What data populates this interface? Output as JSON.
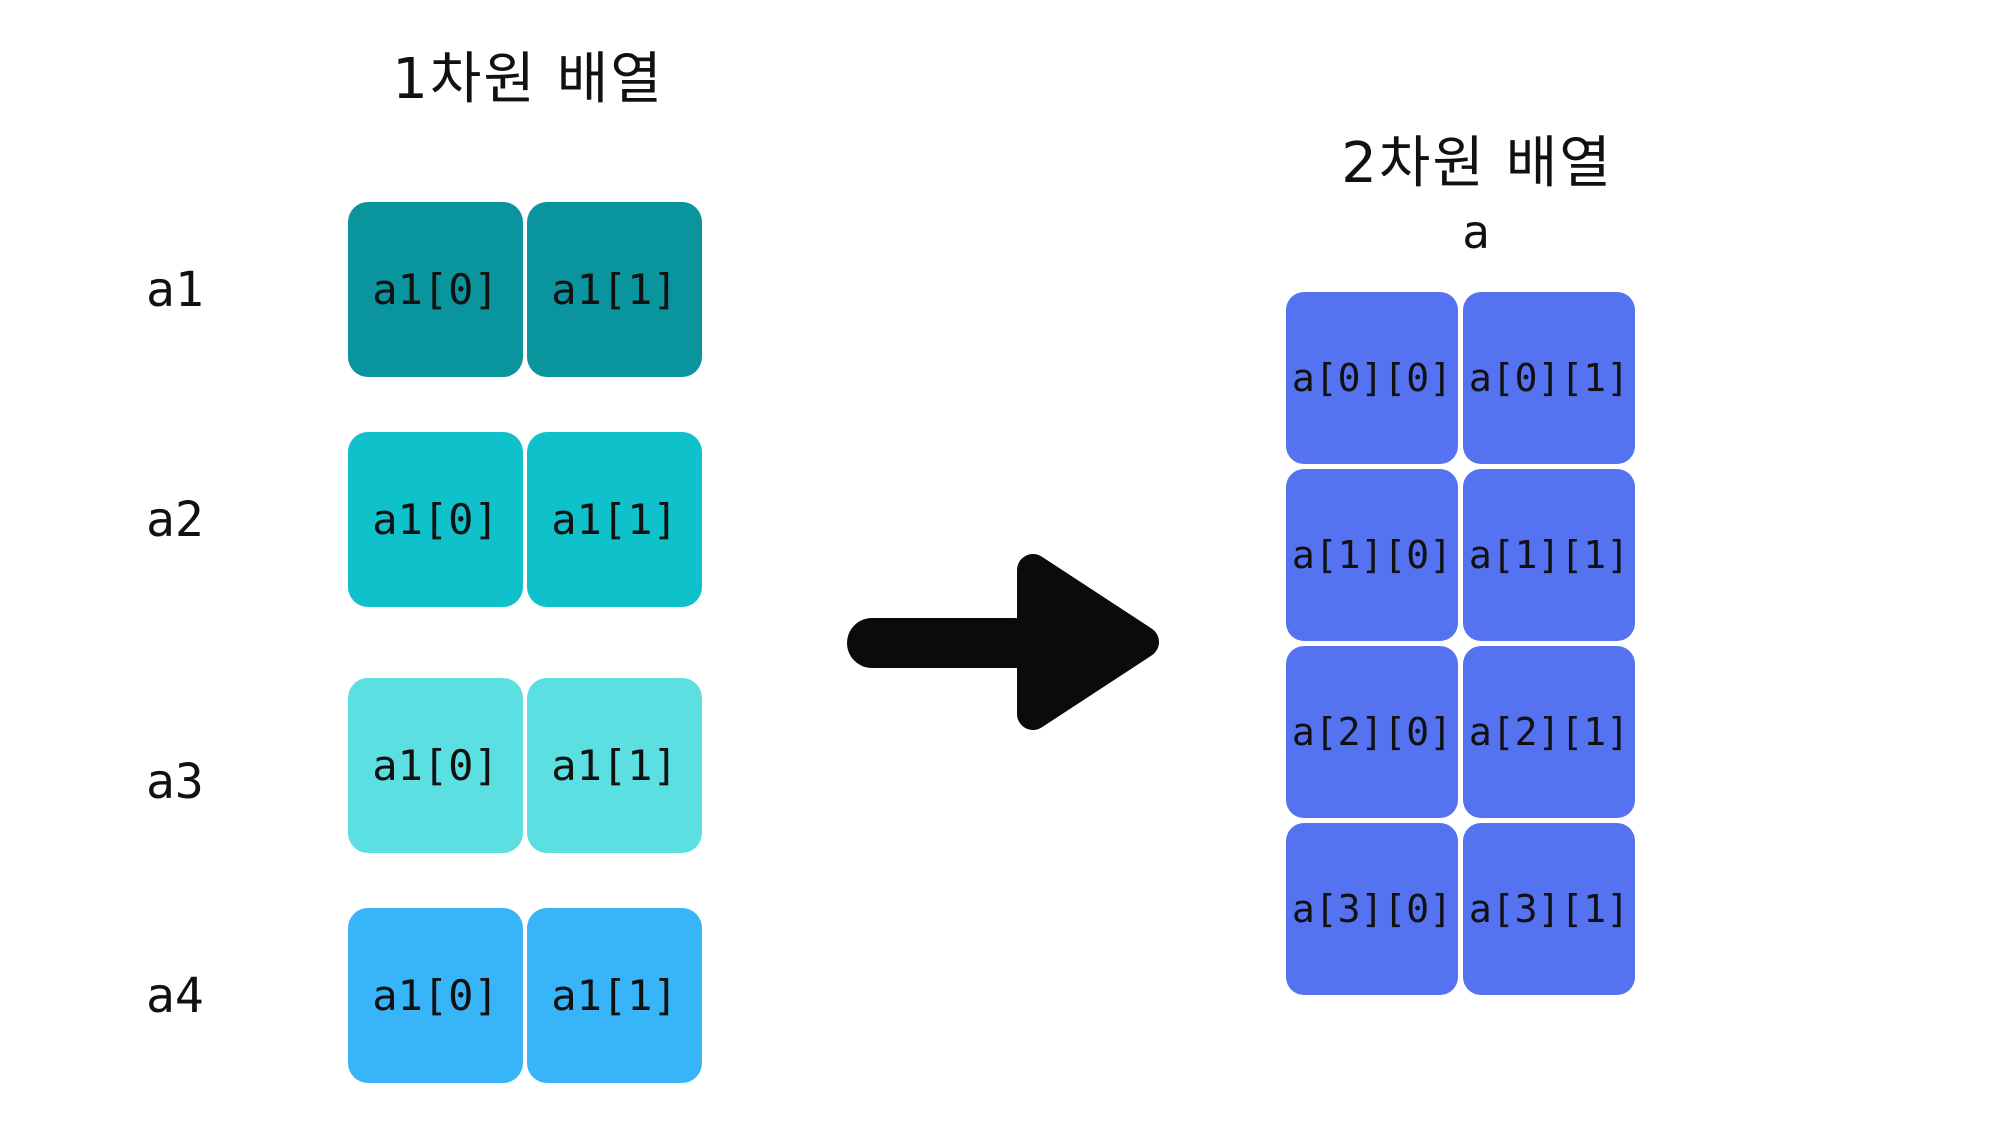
{
  "diagram": {
    "background": "#ffffff",
    "text_color": "#111111"
  },
  "one_dim": {
    "title": "1차원 배열",
    "rows": [
      {
        "label": "a1",
        "color": "#0a959e",
        "cells": [
          "a1[0]",
          "a1[1]"
        ]
      },
      {
        "label": "a2",
        "color": "#0ec1cb",
        "cells": [
          "a1[0]",
          "a1[1]"
        ]
      },
      {
        "label": "a3",
        "color": "#5bdfe1",
        "cells": [
          "a1[0]",
          "a1[1]"
        ]
      },
      {
        "label": "a4",
        "color": "#38b5f8",
        "cells": [
          "a1[0]",
          "a1[1]"
        ]
      }
    ]
  },
  "arrow": {
    "direction": "right",
    "color": "#0b0b0b"
  },
  "two_dim": {
    "title": "2차원 배열",
    "subtitle": "a",
    "cell_color": "#5572f0",
    "rows": [
      {
        "cells": [
          "a[0][0]",
          "a[0][1]"
        ]
      },
      {
        "cells": [
          "a[1][0]",
          "a[1][1]"
        ]
      },
      {
        "cells": [
          "a[2][0]",
          "a[2][1]"
        ]
      },
      {
        "cells": [
          "a[3][0]",
          "a[3][1]"
        ]
      }
    ]
  }
}
